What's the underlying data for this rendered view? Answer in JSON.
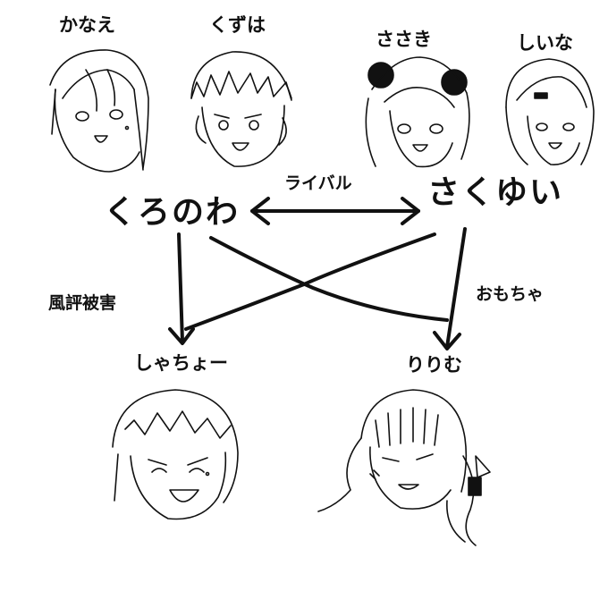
{
  "top_row": [
    "かなえ",
    "くずは",
    "ささき",
    "しいな"
  ],
  "groups": {
    "left": "くろのわ",
    "right": "さくゆい"
  },
  "relations": {
    "between_groups": "ライバル",
    "left_down": "風評被害",
    "right_down": "おもちゃ"
  },
  "bottom_row": [
    "しゃちょー",
    "りりむ"
  ],
  "colors": {
    "ink": "#111111",
    "paper": "#ffffff"
  }
}
